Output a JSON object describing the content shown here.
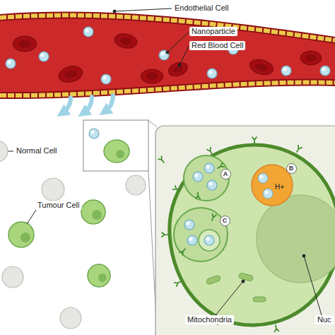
{
  "diagram": {
    "nodes": [
      {
        "text": [
          "A"
        ]
      },
      {
        "text": [
          "B"
        ]
      },
      {
        "text": [
          "H+"
        ]
      },
      {
        "text": [
          "C"
        ]
      }
    ],
    "labels": [
      "Endothelial Cell",
      "Nanoparticle",
      "Red Blood Cell",
      "Normal Cell",
      "Tumour Cell",
      "Mitochondria",
      "Nuc"
    ]
  }
}
